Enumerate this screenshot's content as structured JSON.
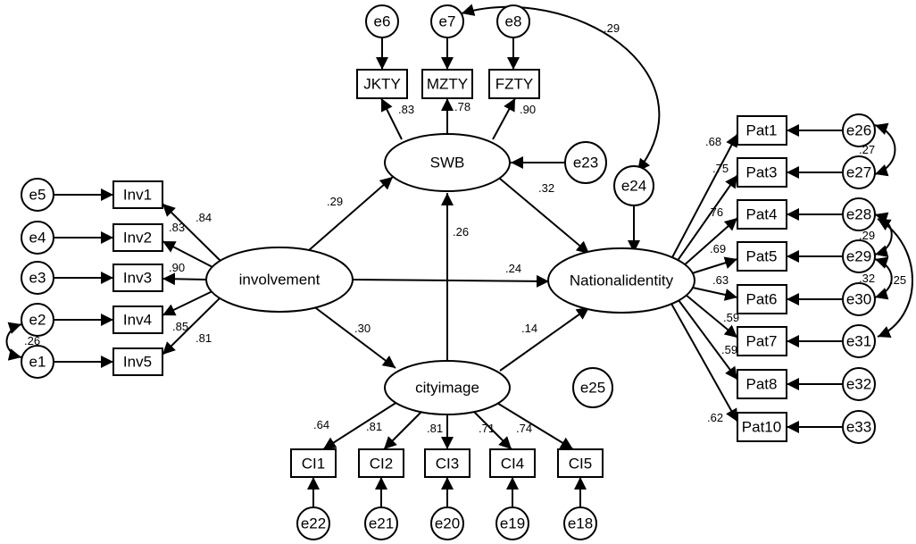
{
  "nodes": {
    "swb": "SWB",
    "involvement": "involvement",
    "cityimage": "cityimage",
    "nationalidentity": "Nationalidentity",
    "jkty": "JKTY",
    "mzty": "MZTY",
    "fzty": "FZTY",
    "inv1": "Inv1",
    "inv2": "Inv2",
    "inv3": "Inv3",
    "inv4": "Inv4",
    "inv5": "Inv5",
    "ci1": "CI1",
    "ci2": "CI2",
    "ci3": "CI3",
    "ci4": "CI4",
    "ci5": "CI5",
    "pat1": "Pat1",
    "pat3": "Pat3",
    "pat4": "Pat4",
    "pat5": "Pat5",
    "pat6": "Pat6",
    "pat7": "Pat7",
    "pat8": "Pat8",
    "pat10": "Pat10",
    "e1": "e1",
    "e2": "e2",
    "e3": "e3",
    "e4": "e4",
    "e5": "e5",
    "e6": "e6",
    "e7": "e7",
    "e8": "e8",
    "e18": "e18",
    "e19": "e19",
    "e20": "e20",
    "e21": "e21",
    "e22": "e22",
    "e23": "e23",
    "e24": "e24",
    "e25": "e25",
    "e26": "e26",
    "e27": "e27",
    "e28": "e28",
    "e29": "e29",
    "e30": "e30",
    "e31": "e31",
    "e32": "e32",
    "e33": "e33"
  },
  "coefficients": {
    "swb_jkty": ".83",
    "swb_mzty": ".78",
    "swb_fzty": ".90",
    "e7_e24": ".29",
    "inv_swb": ".29",
    "inv_ci": ".30",
    "inv_ni": ".24",
    "swb_ni": ".32",
    "ci_swb": ".26",
    "ci_ni": ".14",
    "inv_inv1": ".84",
    "inv_inv2": ".83",
    "inv_inv3": ".90",
    "inv_inv4": ".85",
    "inv_inv5": ".81",
    "e1_e2": ".26",
    "ci_ci1": ".64",
    "ci_ci2": ".81",
    "ci_ci3": ".81",
    "ci_ci4": ".71",
    "ci_ci5": ".74",
    "ni_pat1": ".68",
    "ni_pat3": ".75",
    "ni_pat4": ".76",
    "ni_pat5": ".69",
    "ni_pat6": ".63",
    "ni_pat7": ".59",
    "ni_pat8": ".59",
    "ni_pat10": ".62",
    "e26_e27": ".27",
    "e28_e29": ".29",
    "e29_e30": ".32",
    "e28_e31": ".25"
  }
}
